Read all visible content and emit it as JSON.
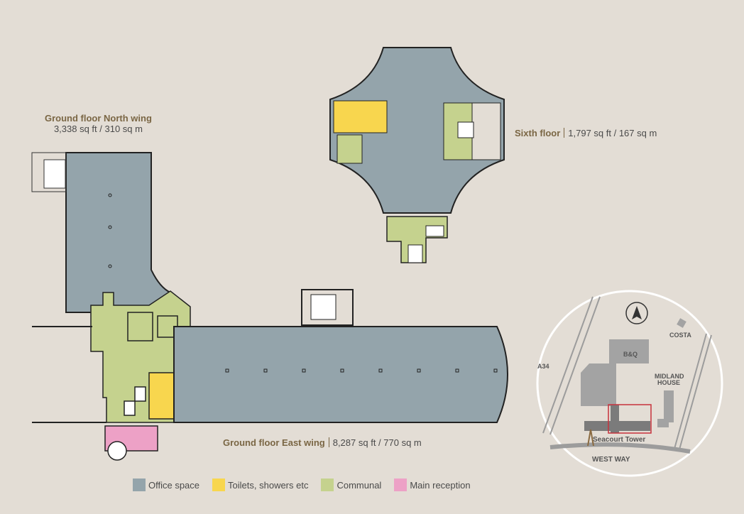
{
  "floors": {
    "north": {
      "title": "Ground floor North wing",
      "area": "3,338 sq ft / 310 sq m"
    },
    "sixth": {
      "title": "Sixth floor",
      "area": "1,797 sq ft / 167 sq m"
    },
    "east": {
      "title": "Ground floor East wing",
      "area": "8,287 sq ft / 770 sq m"
    }
  },
  "legend": [
    {
      "label": "Office space",
      "color": "#94a4ab"
    },
    {
      "label": "Toilets, showers etc",
      "color": "#f8d64e"
    },
    {
      "label": "Communal",
      "color": "#c5d28e"
    },
    {
      "label": "Main reception",
      "color": "#eda1c6"
    }
  ],
  "location_map": {
    "north_icon": "compass-north-icon",
    "labels": {
      "road_a34": "A34",
      "costa": "COSTA",
      "bq": "B&Q",
      "midland1": "MIDLAND",
      "midland2": "HOUSE",
      "tower": "Seacourt Tower",
      "westway": "WEST WAY"
    },
    "highlight_color": "#c8323c"
  }
}
